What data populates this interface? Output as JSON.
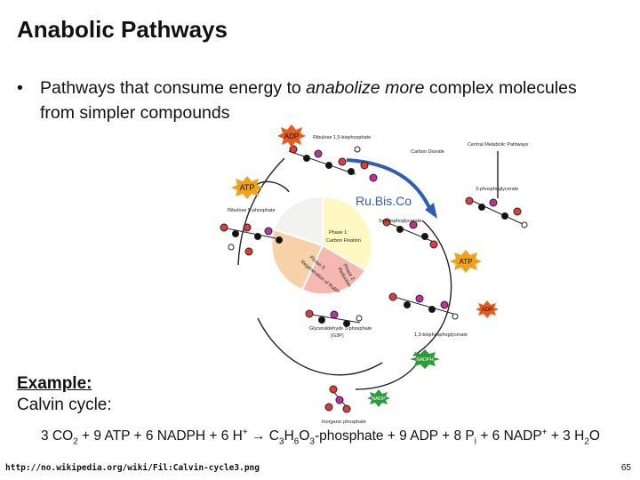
{
  "slide": {
    "title": "Anabolic Pathways",
    "bullet": {
      "pre": "Pathways that consume energy to ",
      "emph": "anabolize more",
      "post": " complex molecules from simpler compounds"
    },
    "example_heading": "Example:",
    "example_text": "Calvin cycle:",
    "equation": {
      "a": "3 CO",
      "a_sub": "2",
      "b": " + 9 ATP + 6 NADPH + 6 H",
      "b_sup": "+",
      "c": " → C",
      "c_sub1": "3",
      "c_mid1": "H",
      "c_sub2": "6",
      "c_mid2": "O",
      "c_sub3": "3",
      "d": "-phosphate + 9 ADP + 8 P",
      "d_sub": "i",
      "e": " + 6 NADP",
      "e_sup": "+",
      "f": " + 3 H",
      "f_sub": "2",
      "g": "O"
    },
    "footer_url": "http://no.wikipedia.org/wiki/Fil:Calvin-cycle3.png",
    "page_number": "65"
  },
  "diagram": {
    "labels": {
      "ribulose_bisphosphate": "Ribulose 1,5-bisphosphate",
      "carbon_dioxide": "Carbon Dioxide",
      "central_pathways": "Central Metabolic Pathways",
      "three_pg": "3-phosphoglycerate",
      "rubisco": "Ru.Bis.Co",
      "three_pg_2": "3-phosphoglycerate",
      "ribulose_5p": "Ribulose 5-phosphate",
      "phase1": "Phase 1:",
      "phase1b": "Carbon Fixation",
      "phase2": "Phase 2:",
      "phase2b": "Reduction",
      "phase3": "Phase 3:",
      "phase3b": "Regeneration of RuBP",
      "bpg": "1,3-bisphosphoglycerate",
      "g3p": "Glyceraldehyde 3-phosphate",
      "g3p2": "(G3P)",
      "inorganic_phosphate": "Inorganic phosphate",
      "adp_top": "ADP",
      "atp_left": "ATP",
      "atp_right": "ATP",
      "adp_right": "ADP",
      "nadph": "NADPH",
      "nadp": "NADP"
    },
    "colors": {
      "rubisco_arrow": "#2e5fb4",
      "adp_star": "#e65c1f",
      "atp_star": "#f0a21c",
      "nadph_star": "#2f9a38",
      "phase1_fill": "#fff8c2",
      "phase2_fill": "#f7b8b2",
      "phase3_fill": "#f7d2a8"
    }
  }
}
